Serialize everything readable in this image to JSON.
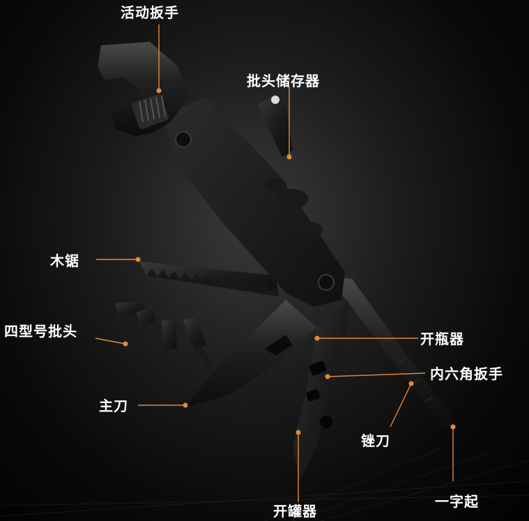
{
  "labels": {
    "adjustable_wrench": "活动扳手",
    "bit_storage": "批头储存器",
    "wood_saw": "木锯",
    "four_type_bits": "四型号批头",
    "main_knife": "主刀",
    "bottle_opener": "开瓶器",
    "hex_wrench": "内六角扳手",
    "file_knife": "锉刀",
    "flat_screwdriver": "一字起",
    "can_opener": "开罐器"
  },
  "colors": {
    "background": "#050505",
    "leader_line": "#e58a3c",
    "label_text": "#ffffff",
    "tool_metal": "#1e1e1e"
  }
}
